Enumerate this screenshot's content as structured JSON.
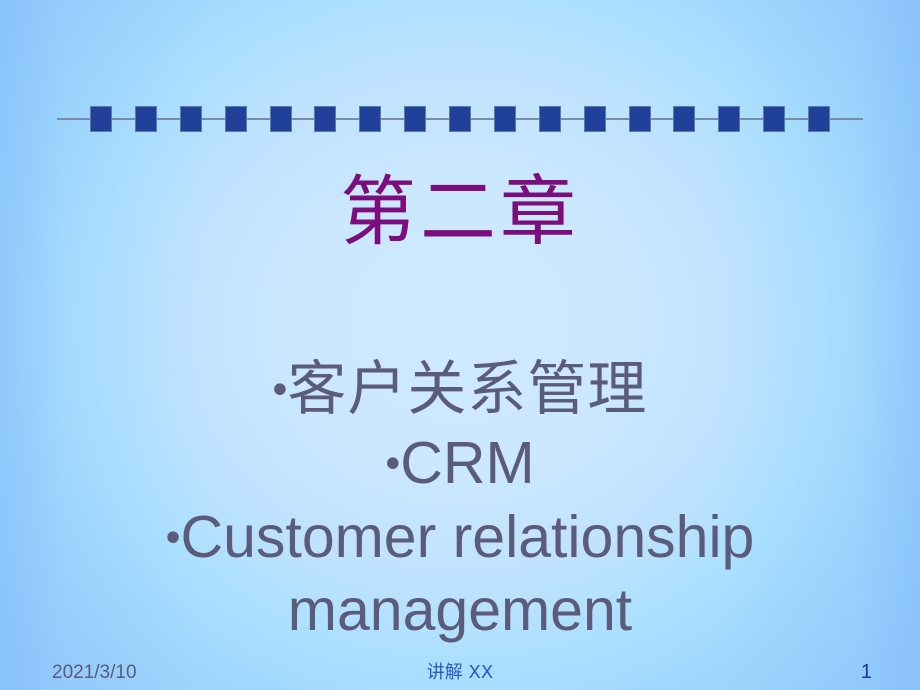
{
  "slide": {
    "title": "第二章",
    "body_lines": [
      {
        "bullet": "•",
        "text": "客户关系管理",
        "script": "cjk"
      },
      {
        "bullet": "•",
        "text": "CRM",
        "script": "latin"
      },
      {
        "bullet": "•",
        "text": "Customer relationship management",
        "script": "latin"
      }
    ],
    "footer": {
      "date": "2021/3/10",
      "center": "讲解 XX",
      "page_number": "1"
    },
    "divider": {
      "square_count": 17,
      "square_color": "#21409a",
      "line_color": "#7b8ba3"
    },
    "colors": {
      "title": "#7c0d7c",
      "body": "#5b5b7a",
      "footer_date": "#5b5b7a",
      "footer_center": "#2f57c4",
      "footer_page": "#17379c",
      "background_center": "#cfeaff",
      "background_edge": "#95ccfb"
    }
  }
}
